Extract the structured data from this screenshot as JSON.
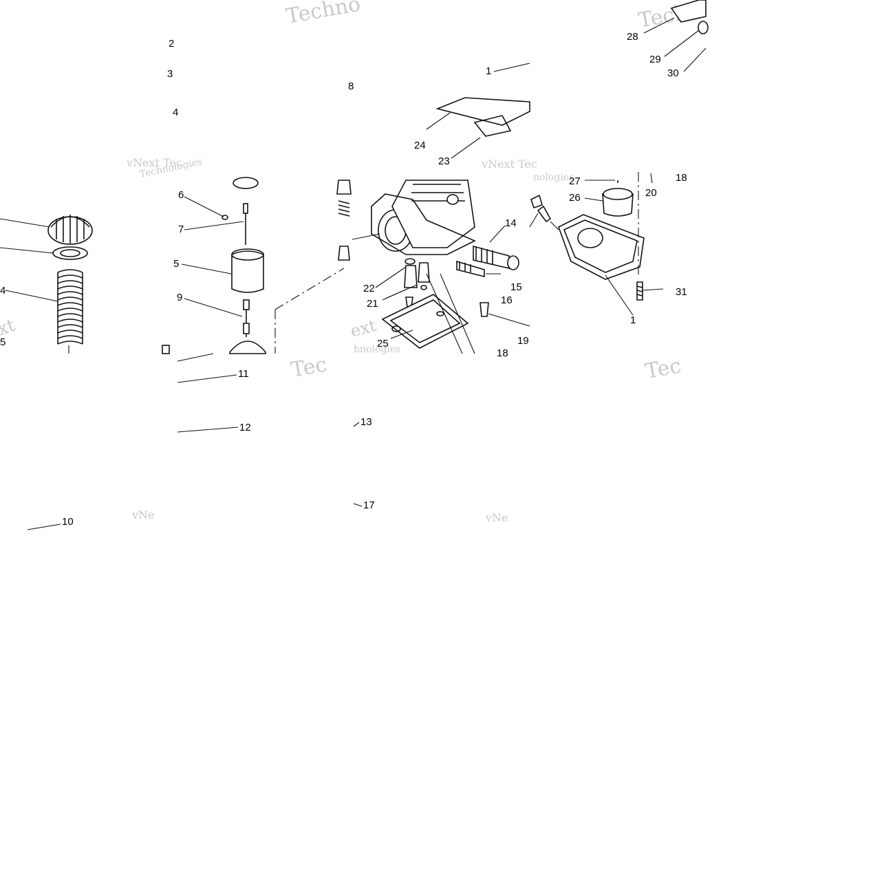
{
  "diagram": {
    "watermarks": [
      "Techno",
      "vNext Tec",
      "Technologies",
      "xt",
      "Tec",
      "vNe",
      "nologies",
      "ext",
      "hnologies",
      "Tec",
      "vNext Tec",
      "Techn",
      "vNe"
    ],
    "callouts": [
      "1",
      "2",
      "3",
      "4",
      "5",
      "6",
      "7",
      "8",
      "9",
      "10",
      "11",
      "12",
      "13",
      "14",
      "15",
      "16",
      "17",
      "18",
      "18",
      "19",
      "20",
      "21",
      "22",
      "23",
      "24",
      "25",
      "26",
      "27",
      "28",
      "29",
      "30",
      "31",
      "1",
      "4",
      "5"
    ]
  }
}
